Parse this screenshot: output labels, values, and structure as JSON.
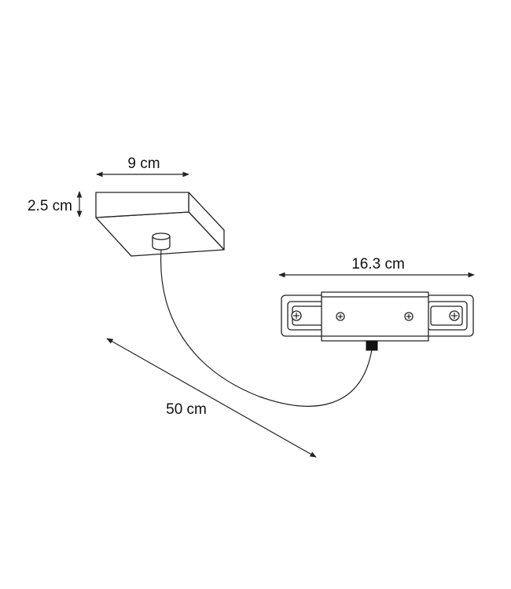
{
  "dimensions": {
    "base_width": "9 cm",
    "base_height": "2.5 cm",
    "connector_length": "16.3 cm",
    "cable_length": "50 cm"
  },
  "colors": {
    "line": "#222222",
    "fill": "#ffffff",
    "knob": "#111111"
  }
}
